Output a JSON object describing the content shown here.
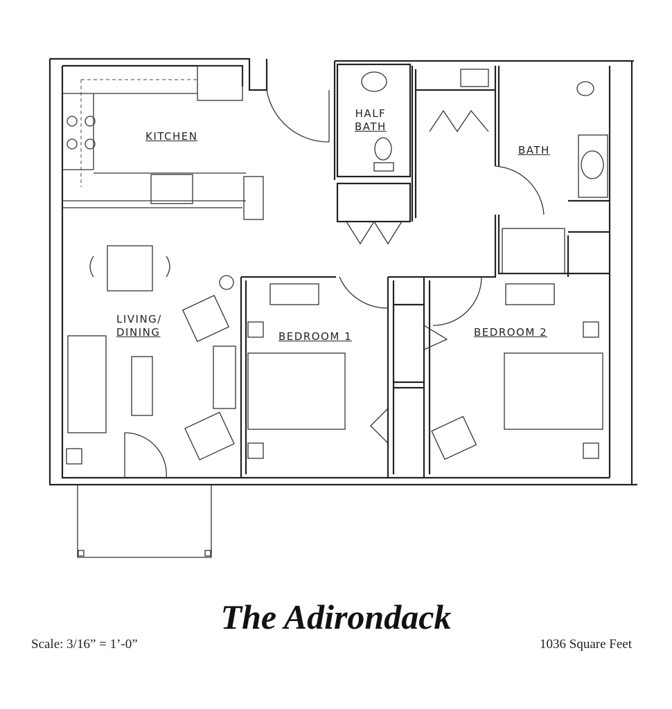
{
  "plan": {
    "title": "The Adirondack",
    "scale": "Scale: 3/16” = 1’-0”",
    "area": "1036 Square Feet",
    "rooms": {
      "kitchen": "KITCHEN",
      "half_bath_1": "HALF",
      "half_bath_2": "BATH",
      "bath": "BATH",
      "living_1": "LIVING/",
      "living_2": "DINING",
      "bedroom1": "BEDROOM 1",
      "bedroom2": "BEDROOM 2"
    }
  }
}
